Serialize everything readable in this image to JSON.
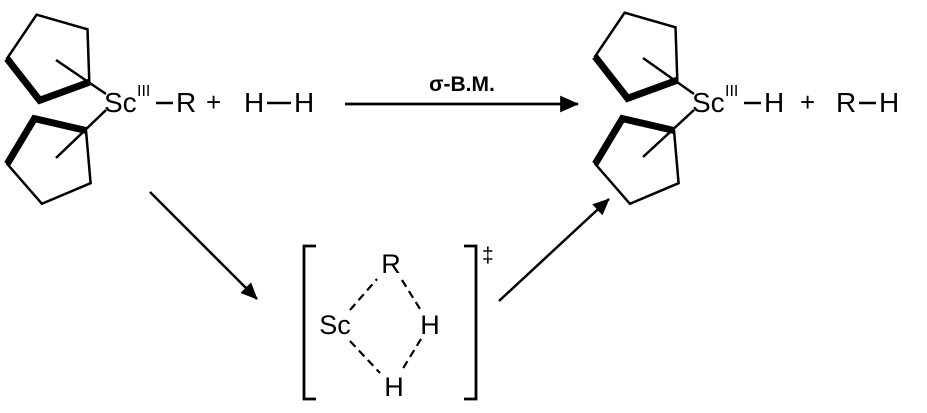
{
  "colors": {
    "ink": "#000000",
    "accent_red": "#e60000",
    "background": "#ffffff"
  },
  "reactants": {
    "complex": {
      "metal": "Sc",
      "oxidation_state": "III",
      "substituent": "R"
    },
    "plus": "+",
    "dihydrogen": {
      "h_left": "H",
      "h_right": "H"
    }
  },
  "arrow": {
    "label": "σ-B.M."
  },
  "products": {
    "complex": {
      "metal": "Sc",
      "oxidation_state": "III",
      "substituent": "H"
    },
    "plus": "+",
    "alkane": {
      "r": "R",
      "h": "H"
    }
  },
  "transition_state": {
    "top": "R",
    "left": "Sc",
    "right": "H",
    "bottom": "H",
    "double_dagger": "‡"
  }
}
